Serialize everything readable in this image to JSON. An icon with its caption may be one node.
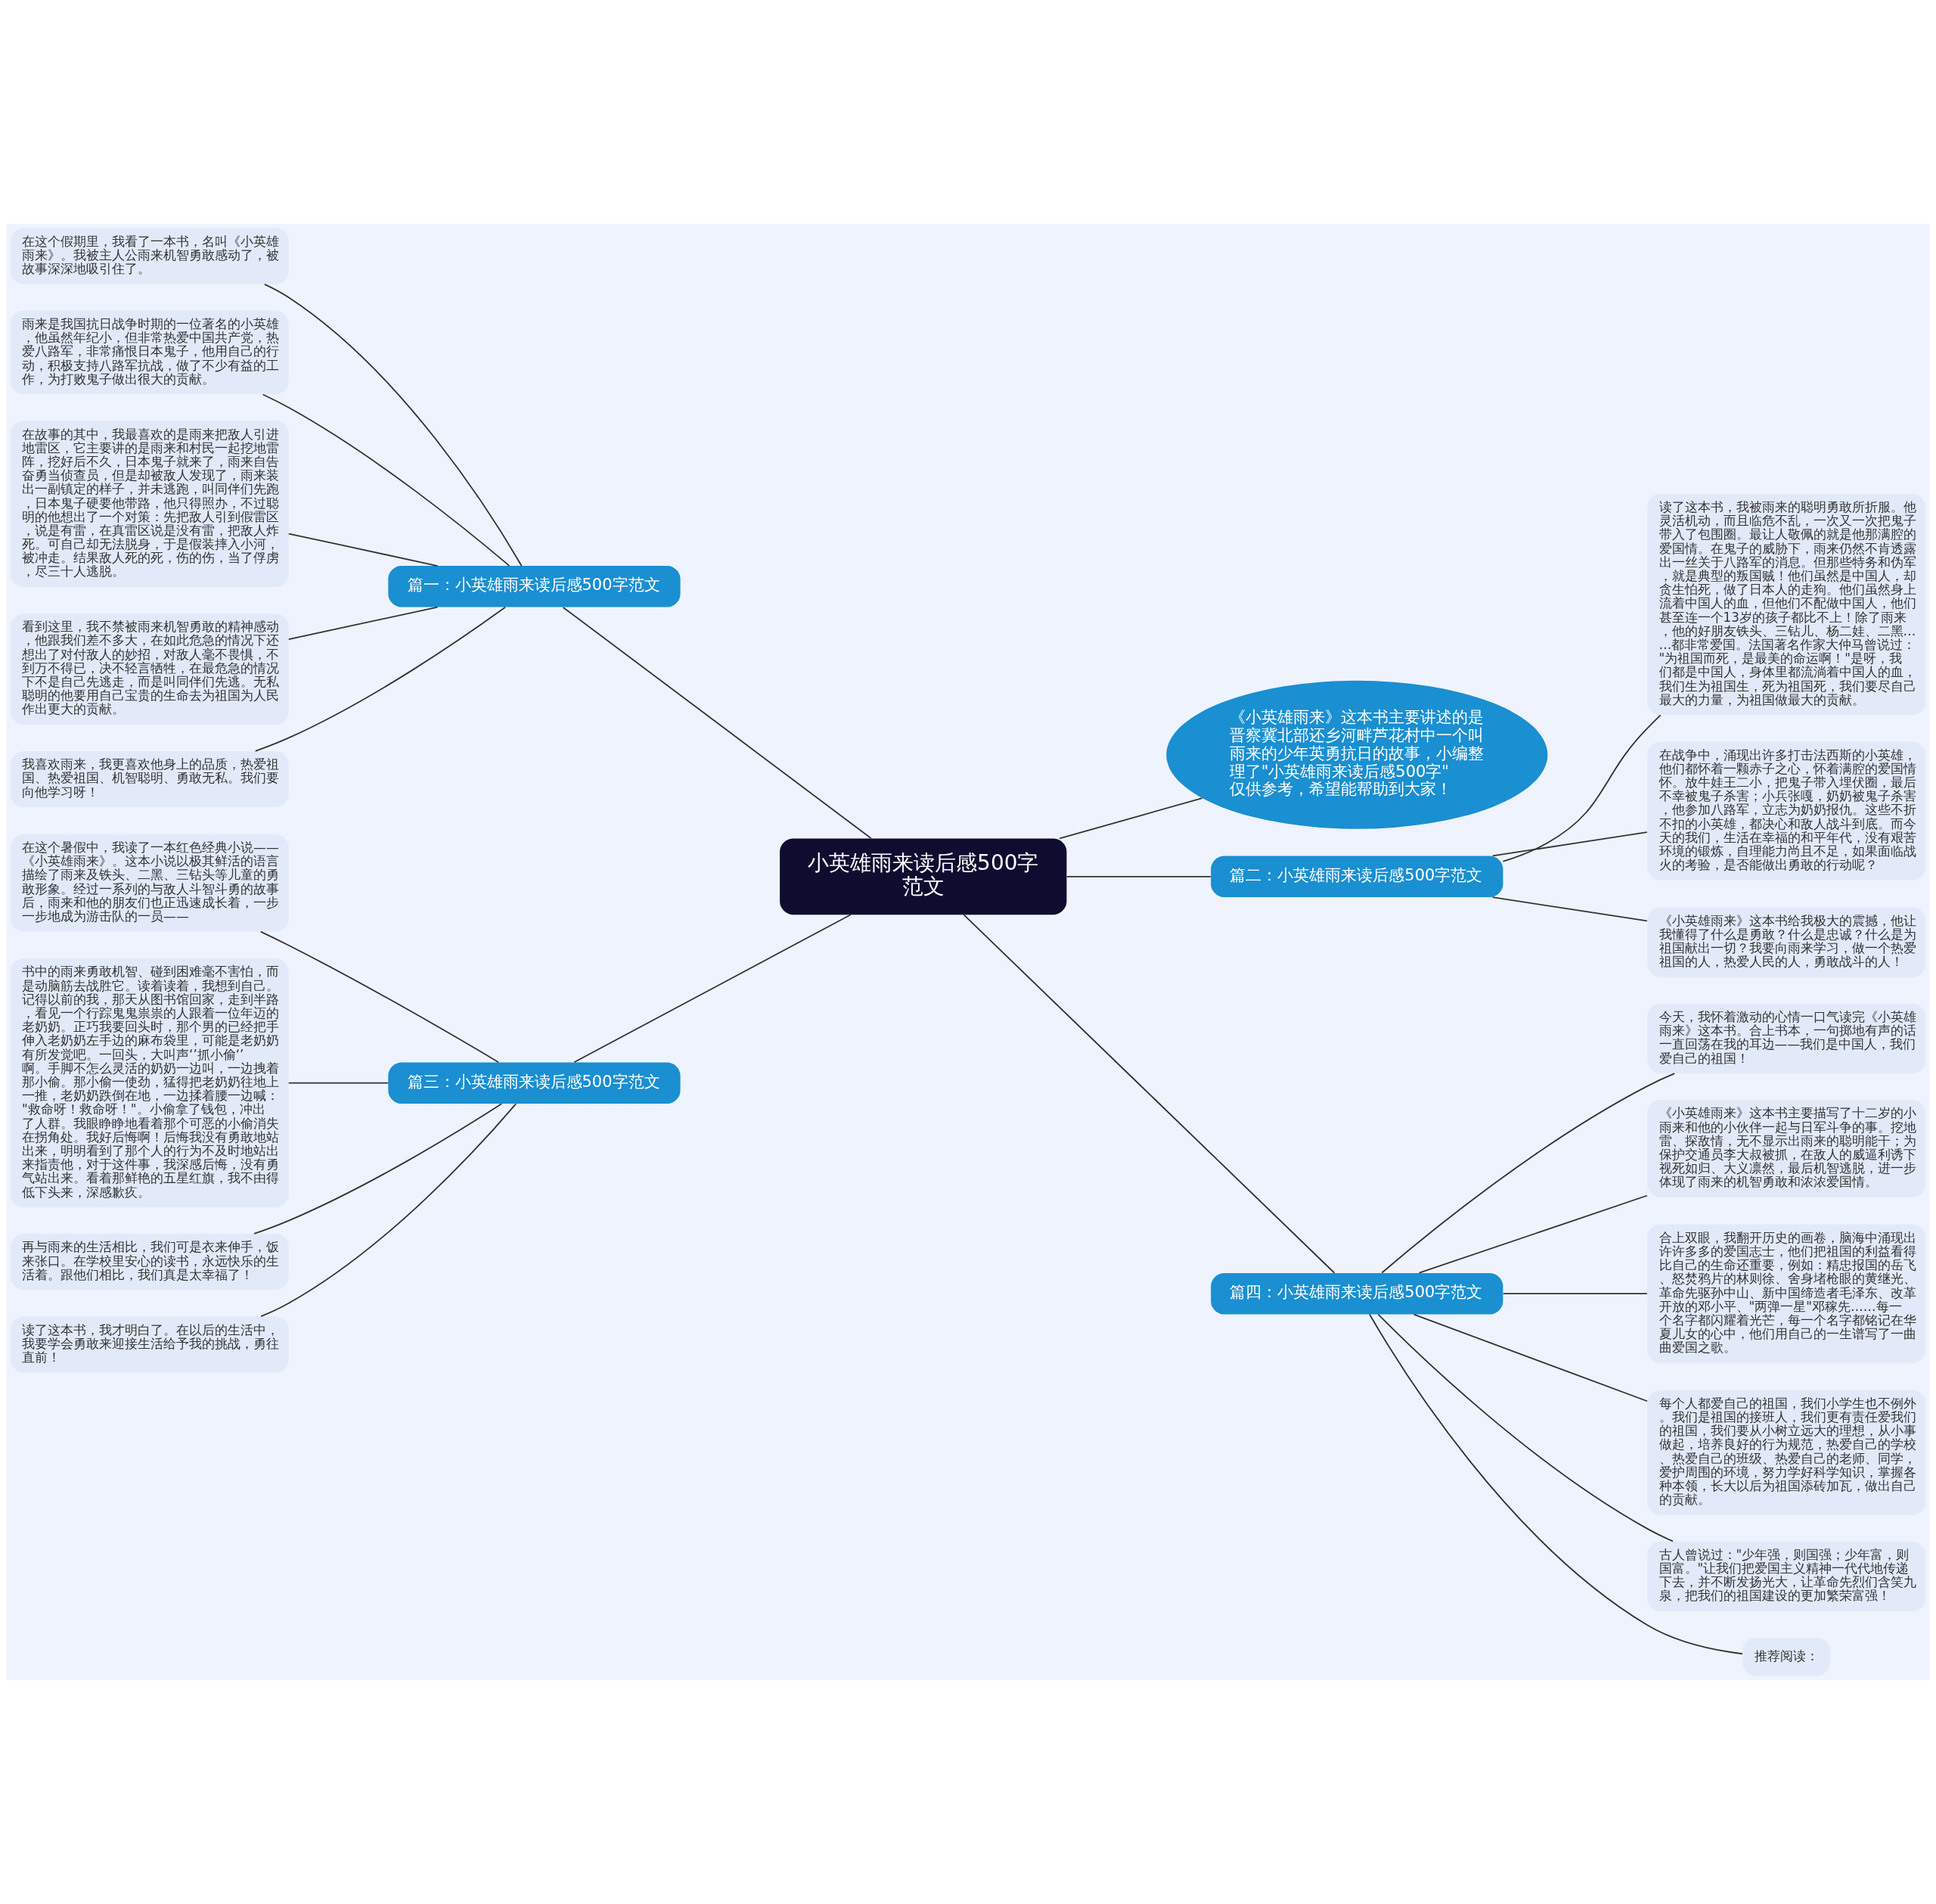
{
  "diagram": {
    "nodes": [
      {
        "text": [
          "小英雄雨来读后感500字范文"
        ]
      },
      {
        "text": [
          "《小英雄雨来》这本书主要讲述的是晋察冀北部还乡河畔芦花村中一个叫雨来的少年英勇抗日的故事，小编整理了\"小英雄雨来读后感500字\"仅供参考，希望能帮助到大家！"
        ]
      },
      {
        "text": [
          "篇一：小英雄雨来读后感500字范文"
        ]
      },
      {
        "text": [
          "在这个假期里，我看了一本书，名叫《小英雄雨来》。我被主人公雨来机智勇敢感动了，被故事深深地吸引住了。"
        ]
      },
      {
        "text": [
          "雨来是我国抗日战争时期的一位著名的小英雄，他虽然年纪小，但非常热爱中国共产党，热爱八路军，非常痛恨日本鬼子，他用自己的行动，积极支持八路军抗战，做了不少有益的工作，为打败鬼子做出很大的贡献。"
        ]
      },
      {
        "text": [
          "在故事的其中，我最喜欢的是雨来把敌人引进地雷区，它主要讲的是雨来和村民一起挖地雷阵，挖好后不久，日本鬼子就来了，雨来自告奋勇当侦查员，但是却被敌人发现了，雨来装出一副镇定的样子，并未逃跑，叫同伴们先跑，日本鬼子硬要他带路，他只得照办，不过聪明的他想出了一个对策：先把敌人引到假雷区，说是有雷，在真雷区说是没有雷，把敌人炸死。可自己却无法脱身，于是假装摔入小河，被冲走。结果敌人死的死，伤的伤，当了俘虏，尽三十人逃脱。"
        ]
      },
      {
        "text": [
          "看到这里，我不禁被雨来机智勇敢的精神感动，他跟我们差不多大，在如此危急的情况下还想出了对付敌人的妙招，对敌人毫不畏惧，不到万不得已，决不轻言牺牲，在最危急的情况下不是自己先逃走，而是叫同伴们先逃。无私聪明的他要用自己宝贵的生命去为祖国为人民作出更大的贡献。"
        ]
      },
      {
        "text": [
          "我喜欢雨来，我更喜欢他身上的品质，热爱祖国、热爱祖国、机智聪明、勇敢无私。我们要向他学习呀！"
        ]
      },
      {
        "text": [
          "篇二：小英雄雨来读后感500字范文"
        ]
      },
      {
        "text": [
          "读了这本书，我被雨来的聪明勇敢所折服。他灵活机动，而且临危不乱，一次又一次把鬼子带入了包围圈。最让人敬佩的就是他那满腔的爱国情。在鬼子的威胁下，雨来仍然不肯透露出一丝关于八路军的消息。但那些特务和伪军，就是典型的叛国贼！他们虽然是中国人，却贪生怕死，做了日本人的走狗。他们虽然身上流着中国人的血，但他们不配做中国人，他们甚至连一个13岁的孩子都比不上！除了雨来，他的好朋友铁头、三钻儿、杨二娃、二黑……都非常爱国。法国著名作家大仲马曾说过：\"为祖国而死，是最美的命运啊！\"是呀，我们都是中国人，身体里都流淌着中国人的血，我们生为祖国生，死为祖国死，我们要尽自己最大的力量，为祖国做最大的贡献。"
        ]
      },
      {
        "text": [
          "在战争中，涌现出许多打击法西斯的小英雄，他们都怀着一颗赤子之心，怀着满腔的爱国情怀。放牛娃王二小，把鬼子带入埋伏圈，最后不幸被鬼子杀害；小兵张嘎，奶奶被鬼子杀害，他参加八路军，立志为奶奶报仇。这些不折不扣的小英雄，都决心和敌人战斗到底。而今天的我们，生活在幸福的和平年代，没有艰苦环境的锻炼，自理能力尚且不足，如果面临战火的考验，是否能做出勇敢的行动呢？"
        ]
      },
      {
        "text": [
          "《小英雄雨来》这本书给我极大的震撼，他让我懂得了什么是勇敢？什么是忠诚？什么是为祖国献出一切？我要向雨来学习，做一个热爱祖国的人，热爱人民的人，勇敢战斗的人！"
        ]
      },
      {
        "text": [
          "篇三：小英雄雨来读后感500字范文"
        ]
      },
      {
        "text": [
          "在这个暑假中，我读了一本红色经典小说——《小英雄雨来》。这本小说以极其鲜活的语言描绘了雨来及铁头、二黑、三钻头等儿童的勇敢形象。经过一系列的与敌人斗智斗勇的故事后，雨来和他的朋友们也正迅速成长着，一步一步地成为游击队的一员——"
        ]
      },
      {
        "text": [
          "书中的雨来勇敢机智、碰到困难毫不害怕，而是动脑筋去战胜它。读着读着，我想到自己。记得以前的我，那天从图书馆回家，走到半路，看见一个行踪鬼鬼祟祟的人跟着一位年迈的老奶奶。正巧我要回头时，那个男的已经把手伸入老奶奶左手边的麻布袋里，可能是老奶奶有所发觉吧。一回头，大叫声‘’抓小偷‘’啊。手脚不怎么灵活的奶奶一边叫，一边拽着那小偷。那小偷一使劲，猛得把老奶奶往地上一推，老奶奶跌倒在地，一边揉着腰一边喊：\"救命呀！救命呀！\"。小偷拿了钱包，冲出了人群。我眼睁睁地看着那个可恶的小偷消失在拐角处。我好后悔啊！后悔我没有勇敢地站出来，明明看到了那个人的行为不及时地站出来指责他，对于这件事，我深感后悔，没有勇气站出来。看着那鲜艳的五星红旗，我不由得低下头来，深感歉疚。"
        ]
      },
      {
        "text": [
          "再与雨来的生活相比，我们可是衣来伸手，饭来张口。在学校里安心的读书，永远快乐的生活着。跟他们相比，我们真是太幸福了！"
        ]
      },
      {
        "text": [
          "读了这本书，我才明白了。在以后的生活中，我要学会勇敢来迎接生活给予我的挑战，勇往直前！"
        ]
      },
      {
        "text": [
          "篇四：小英雄雨来读后感500字范文"
        ]
      },
      {
        "text": [
          "今天，我怀着激动的心情一口气读完《小英雄雨来》这本书。合上书本，一句掷地有声的话一直回荡在我的耳边——我们是中国人，我们爱自己的祖国！"
        ]
      },
      {
        "text": [
          "《小英雄雨来》这本书主要描写了十二岁的小雨来和他的小伙伴一起与日军斗争的事。挖地雷、探敌情，无不显示出雨来的聪明能干；为保护交通员李大叔被抓，在敌人的威逼利诱下视死如归、大义凛然，最后机智逃脱，进一步体现了雨来的机智勇敢和浓浓爱国情。"
        ]
      },
      {
        "text": [
          "合上双眼，我翻开历史的画卷，脑海中涌现出许许多多的爱国志士，他们把祖国的利益看得比自己的生命还重要，例如：精忠报国的岳飞、怒焚鸦片的林则徐、舍身堵枪眼的黄继光、革命先驱孙中山、新中国缔造者毛泽东、改革开放的邓小平、\"两弹一星\"邓稼先……每一个名字都闪耀着光芒，每一个名字都铭记在华夏儿女的心中，他们用自己的一生谱写了一曲曲爱国之歌。"
        ]
      },
      {
        "text": [
          "每个人都爱自己的祖国，我们小学生也不例外。我们是祖国的接班人，我们更有责任爱我们的祖国，我们要从小树立远大的理想，从小事做起，培养良好的行为规范，热爱自己的学校、热爱自己的班级、热爱自己的老师、同学，爱护周围的环境，努力学好科学知识，掌握各种本领，长大以后为祖国添砖加瓦，做出自己的贡献。"
        ]
      },
      {
        "text": [
          "古人曾说过：\"少年强，则国强；少年富，则国富。\"让我们把爱国主义精神一代代地传递下去，并不断发扬光大，让革命先烈们含笑九泉，把我们的祖国建设的更加繁荣富强！"
        ]
      },
      {
        "text": [
          "推荐阅读："
        ]
      }
    ],
    "edges": [
      {
        "from": 0,
        "to": 1,
        "arrow": "none"
      },
      {
        "from": 0,
        "to": 2,
        "arrow": "none"
      },
      {
        "from": 2,
        "to": 3,
        "arrow": "none"
      },
      {
        "from": 2,
        "to": 4,
        "arrow": "none"
      },
      {
        "from": 2,
        "to": 5,
        "arrow": "none"
      },
      {
        "from": 2,
        "to": 6,
        "arrow": "none"
      },
      {
        "from": 2,
        "to": 7,
        "arrow": "none"
      },
      {
        "from": 0,
        "to": 8,
        "arrow": "none"
      },
      {
        "from": 8,
        "to": 9,
        "arrow": "none"
      },
      {
        "from": 8,
        "to": 10,
        "arrow": "none"
      },
      {
        "from": 8,
        "to": 11,
        "arrow": "none"
      },
      {
        "from": 0,
        "to": 12,
        "arrow": "none"
      },
      {
        "from": 12,
        "to": 13,
        "arrow": "none"
      },
      {
        "from": 12,
        "to": 14,
        "arrow": "none"
      },
      {
        "from": 12,
        "to": 15,
        "arrow": "none"
      },
      {
        "from": 12,
        "to": 16,
        "arrow": "none"
      },
      {
        "from": 0,
        "to": 17,
        "arrow": "none"
      },
      {
        "from": 17,
        "to": 18,
        "arrow": "none"
      },
      {
        "from": 17,
        "to": 19,
        "arrow": "none"
      },
      {
        "from": 17,
        "to": 20,
        "arrow": "none"
      },
      {
        "from": 17,
        "to": 21,
        "arrow": "none"
      },
      {
        "from": 17,
        "to": 22,
        "arrow": "none"
      },
      {
        "from": 17,
        "to": 23,
        "arrow": "none"
      }
    ]
  }
}
